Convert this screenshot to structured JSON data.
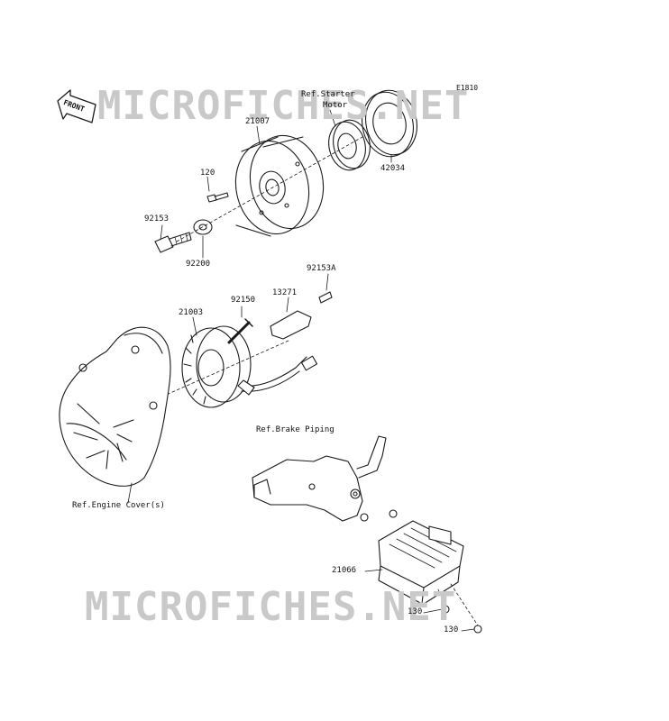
{
  "diagram_code": "E1810",
  "watermark": "MICROFICHES.NET",
  "front_badge": "FRONT",
  "labels": {
    "ref_starter_motor_1": "Ref.Starter",
    "ref_starter_motor_2": "Motor",
    "p21007": "21007",
    "p42034": "42034",
    "p120": "120",
    "p92153": "92153",
    "p92200": "92200",
    "p92153A": "92153A",
    "p13271": "13271",
    "p92150": "92150",
    "p21003": "21003",
    "ref_brake_piping": "Ref.Brake Piping",
    "ref_engine_cover": "Ref.Engine Cover(s)",
    "p21066": "21066",
    "p130a": "130",
    "p130b": "130"
  },
  "colors": {
    "line": "#1a1a1a",
    "watermark": "#c9c9c9",
    "background": "#ffffff"
  }
}
